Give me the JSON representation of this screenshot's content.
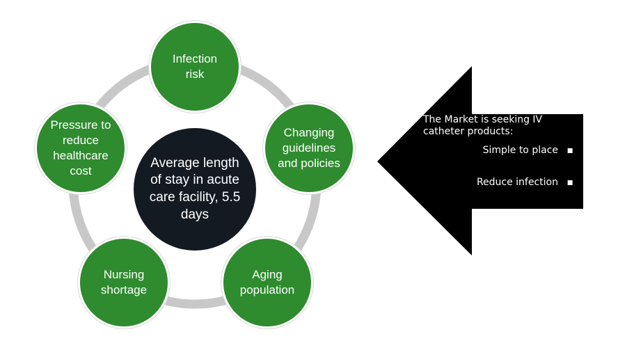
{
  "diagram": {
    "center": "Average length of stay in acute care facility, 5.5 days",
    "nodes": [
      "Infection risk",
      "Changing guidelines and policies",
      "Aging population",
      "Nursing shortage",
      "Pressure to reduce healthcare cost"
    ]
  },
  "callout": {
    "intro": "The Market is seeking IV catheter products:",
    "bullets": [
      "Simple to place",
      "Reduce infection"
    ],
    "bullet_glyph": "▪"
  },
  "colors": {
    "node_fill": "#2e8b2e",
    "center_fill": "#141a21",
    "ring": "#c8c8c8",
    "arrow": "#000000"
  }
}
